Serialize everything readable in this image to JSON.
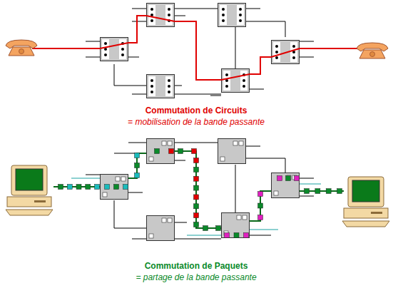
{
  "diagram": {
    "labels": [
      "Commutation de Circuits",
      "= mobilisation de la bande passante",
      "Commutation de Paquets",
      "= partage de la bande passante"
    ]
  }
}
